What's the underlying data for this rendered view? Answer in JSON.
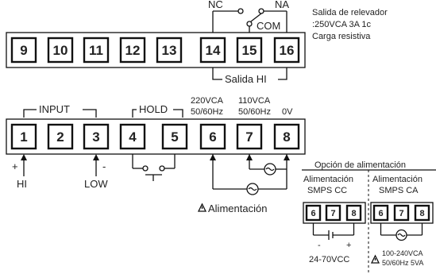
{
  "relay_block": {
    "terminals": [
      "9",
      "10",
      "11",
      "12",
      "13",
      "14",
      "15",
      "16"
    ],
    "nc_label": "NC",
    "na_label": "NA",
    "com_label": "COM",
    "spec_line1": "Salida de relevador",
    "spec_line2": ":250VCA 3A 1c",
    "spec_line3": "Carga resistiva",
    "output_label": "Salida HI"
  },
  "main_block": {
    "terminals": [
      "1",
      "2",
      "3",
      "4",
      "5",
      "6",
      "7",
      "8"
    ],
    "input_label": "INPUT",
    "hold_label": "HOLD",
    "v220_line1": "220VCA",
    "v220_line2": "50/60Hz",
    "v110_line1": "110VCA",
    "v110_line2": "50/60Hz",
    "v0_label": "0V",
    "plus_sign": "+",
    "minus_sign": "-",
    "hi_label": "HI",
    "low_label": "LOW",
    "power_label": "Alimentación"
  },
  "power_option": {
    "title": "Opción de alimentación",
    "dc_line1": "Alimentación",
    "dc_line2": "SMPS CC",
    "ac_line1": "Alimentación",
    "ac_line2": "SMPS CA",
    "dc_terminals": [
      "6",
      "7",
      "8"
    ],
    "ac_terminals": [
      "6",
      "7",
      "8"
    ],
    "dc_minus": "-",
    "dc_plus": "+",
    "dc_range": "24-70VCC",
    "ac_range_line1": "100-240VCA",
    "ac_range_line2": "50/60Hz 5VA"
  }
}
